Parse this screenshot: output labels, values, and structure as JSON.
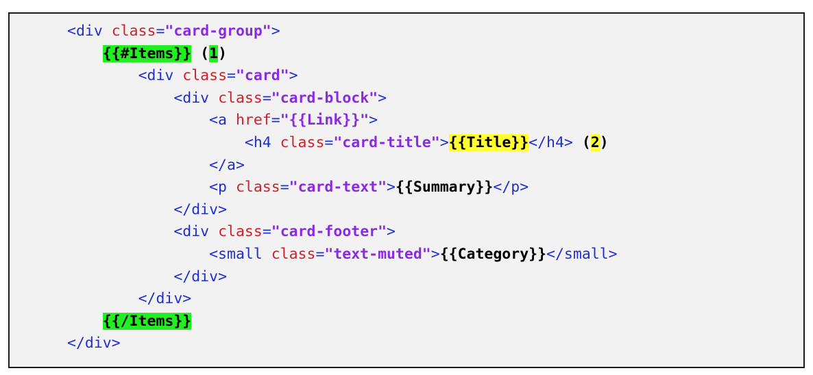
{
  "lines": [
    {
      "indent": 0,
      "parts": [
        {
          "c": "t",
          "text": "<div "
        },
        {
          "c": "a",
          "text": "class"
        },
        {
          "c": "t",
          "text": "="
        },
        {
          "c": "s",
          "text": "\"card-group\""
        },
        {
          "c": "t",
          "text": ">"
        }
      ]
    },
    {
      "indent": 1,
      "parts": [
        {
          "c": "m hg",
          "text": "{{#Items}}"
        },
        {
          "c": "m",
          "text": " ("
        },
        {
          "c": "m hg",
          "text": "1"
        },
        {
          "c": "m",
          "text": ")"
        }
      ]
    },
    {
      "indent": 2,
      "parts": [
        {
          "c": "t",
          "text": "<div "
        },
        {
          "c": "a",
          "text": "class"
        },
        {
          "c": "t",
          "text": "="
        },
        {
          "c": "s",
          "text": "\"card\""
        },
        {
          "c": "t",
          "text": ">"
        }
      ]
    },
    {
      "indent": 3,
      "parts": [
        {
          "c": "t",
          "text": "<div "
        },
        {
          "c": "a",
          "text": "class"
        },
        {
          "c": "t",
          "text": "="
        },
        {
          "c": "s",
          "text": "\"card-block\""
        },
        {
          "c": "t",
          "text": ">"
        }
      ]
    },
    {
      "indent": 4,
      "parts": [
        {
          "c": "t",
          "text": "<a "
        },
        {
          "c": "a",
          "text": "href"
        },
        {
          "c": "t",
          "text": "="
        },
        {
          "c": "s",
          "text": "\"{{Link}}\""
        },
        {
          "c": "t",
          "text": ">"
        }
      ]
    },
    {
      "indent": 5,
      "parts": [
        {
          "c": "t",
          "text": "<h4 "
        },
        {
          "c": "a",
          "text": "class"
        },
        {
          "c": "t",
          "text": "="
        },
        {
          "c": "s",
          "text": "\"card-title\""
        },
        {
          "c": "t",
          "text": ">"
        },
        {
          "c": "m hy",
          "text": "{{Title}}"
        },
        {
          "c": "t",
          "text": "</h4>"
        },
        {
          "c": "m",
          "text": " ("
        },
        {
          "c": "m hy",
          "text": "2"
        },
        {
          "c": "m",
          "text": ")"
        }
      ]
    },
    {
      "indent": 4,
      "parts": [
        {
          "c": "t",
          "text": "</a>"
        }
      ]
    },
    {
      "indent": 4,
      "parts": [
        {
          "c": "t",
          "text": "<p "
        },
        {
          "c": "a",
          "text": "class"
        },
        {
          "c": "t",
          "text": "="
        },
        {
          "c": "s",
          "text": "\"card-text\""
        },
        {
          "c": "t",
          "text": ">"
        },
        {
          "c": "m",
          "text": "{{Summary}}"
        },
        {
          "c": "t",
          "text": "</p>"
        }
      ]
    },
    {
      "indent": 3,
      "parts": [
        {
          "c": "t",
          "text": "</div>"
        }
      ]
    },
    {
      "indent": 3,
      "parts": [
        {
          "c": "t",
          "text": "<div "
        },
        {
          "c": "a",
          "text": "class"
        },
        {
          "c": "t",
          "text": "="
        },
        {
          "c": "s",
          "text": "\"card-footer\""
        },
        {
          "c": "t",
          "text": ">"
        }
      ]
    },
    {
      "indent": 4,
      "parts": [
        {
          "c": "t",
          "text": "<small "
        },
        {
          "c": "a",
          "text": "class"
        },
        {
          "c": "t",
          "text": "="
        },
        {
          "c": "s",
          "text": "\"text-muted\""
        },
        {
          "c": "t",
          "text": ">"
        },
        {
          "c": "m",
          "text": "{{Category}}"
        },
        {
          "c": "t",
          "text": "</small>"
        }
      ]
    },
    {
      "indent": 3,
      "parts": [
        {
          "c": "t",
          "text": "</div>"
        }
      ]
    },
    {
      "indent": 2,
      "parts": [
        {
          "c": "t",
          "text": "</div>"
        }
      ]
    },
    {
      "indent": 1,
      "parts": [
        {
          "c": "m hg",
          "text": "{{/Items}}"
        }
      ]
    },
    {
      "indent": 0,
      "parts": [
        {
          "c": "t",
          "text": "</div>"
        }
      ]
    }
  ],
  "colors": {
    "tag": "#1f2fd0",
    "attribute": "#d0202a",
    "string": "#8a2be2",
    "highlight_green": "#22ee22",
    "highlight_yellow": "#ffff33"
  }
}
